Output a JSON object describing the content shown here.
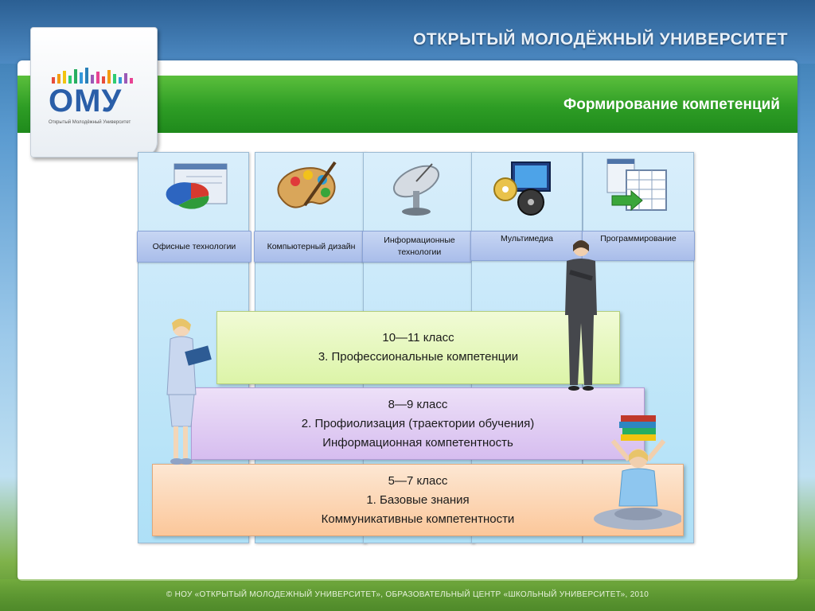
{
  "header": {
    "university_title": "ОТКРЫТЫЙ МОЛОДЁЖНЫЙ УНИВЕРСИТЕТ",
    "slide_title": "Формирование компетенций"
  },
  "logo": {
    "text": "ОМУ",
    "subtitle": "Открытый Молодёжный Университет"
  },
  "columns": [
    {
      "label": "Офисные технологии",
      "icon": "pie-chart-icon"
    },
    {
      "label": "Компьютерный дизайн",
      "icon": "palette-icon"
    },
    {
      "label": "Информационные технологии",
      "icon": "satellite-dish-icon"
    },
    {
      "label": "Мультимедиа",
      "icon": "multimedia-icon"
    },
    {
      "label": "Программирование",
      "icon": "spreadsheet-icon"
    }
  ],
  "steps": [
    {
      "line1": "10—11 класс",
      "line2": "3. Профессиональные компетенции",
      "line3": ""
    },
    {
      "line1": "8—9 класс",
      "line2": "2. Профиолизация (траектории обучения)",
      "line3": "Информационная компетентность"
    },
    {
      "line1": "5—7 класс",
      "line2": "1. Базовые знания",
      "line3": "Коммуникативные компетентности"
    }
  ],
  "footer": "© НОУ «ОТКРЫТЫЙ МОЛОДЕЖНЫЙ УНИВЕРСИТЕТ», ОБРАЗОВАТЕЛЬНЫЙ ЦЕНТР «ШКОЛЬНЫЙ УНИВЕРСИТЕТ», 2010",
  "colors": {
    "green_bar": "#2e9d25",
    "column_bg": "#aee0f7",
    "label_bg": "#a9bdea",
    "step3_bg": "#dcf4a8",
    "step2_bg": "#d6bdef",
    "step1_bg": "#fbc79a"
  }
}
